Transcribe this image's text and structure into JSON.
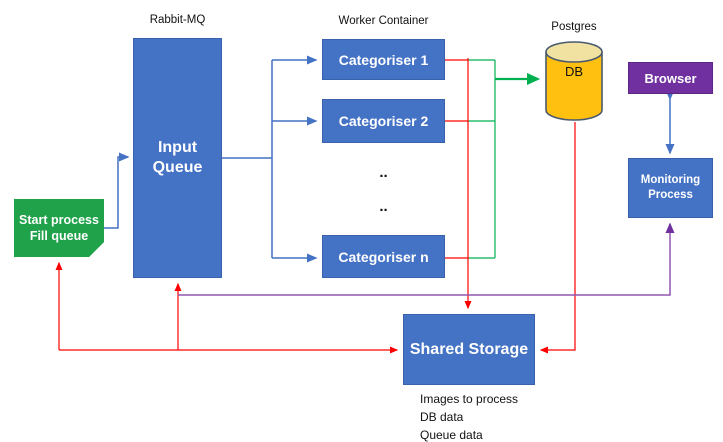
{
  "diagram": {
    "section_labels": {
      "rabbitmq": "Rabbit-MQ",
      "worker_container": "Worker Container",
      "postgres": "Postgres"
    },
    "nodes": {
      "input_queue": "Input Queue",
      "categoriser_1": "Categoriser 1",
      "categoriser_2": "Categoriser 2",
      "categoriser_n": "Categoriser n",
      "ellipsis_1": "..",
      "ellipsis_2": "..",
      "start_process_line1": "Start process",
      "start_process_line2": "Fill queue",
      "db": "DB",
      "browser": "Browser",
      "monitoring_process": "Monitoring Process",
      "shared_storage": "Shared Storage"
    },
    "notes": {
      "line1": "Images to process",
      "line2": "DB data",
      "line3": "Queue data"
    },
    "colors": {
      "node_blue": "#4472C4",
      "node_green": "#1fa24a",
      "node_purple": "#7030A0",
      "db_yellow": "#FFC010",
      "db_top_yellow": "#F2E2A2",
      "wire_red": "#FF0000",
      "wire_green": "#00B050",
      "wire_blue": "#4472C4",
      "wire_purple": "#9057AE"
    }
  }
}
